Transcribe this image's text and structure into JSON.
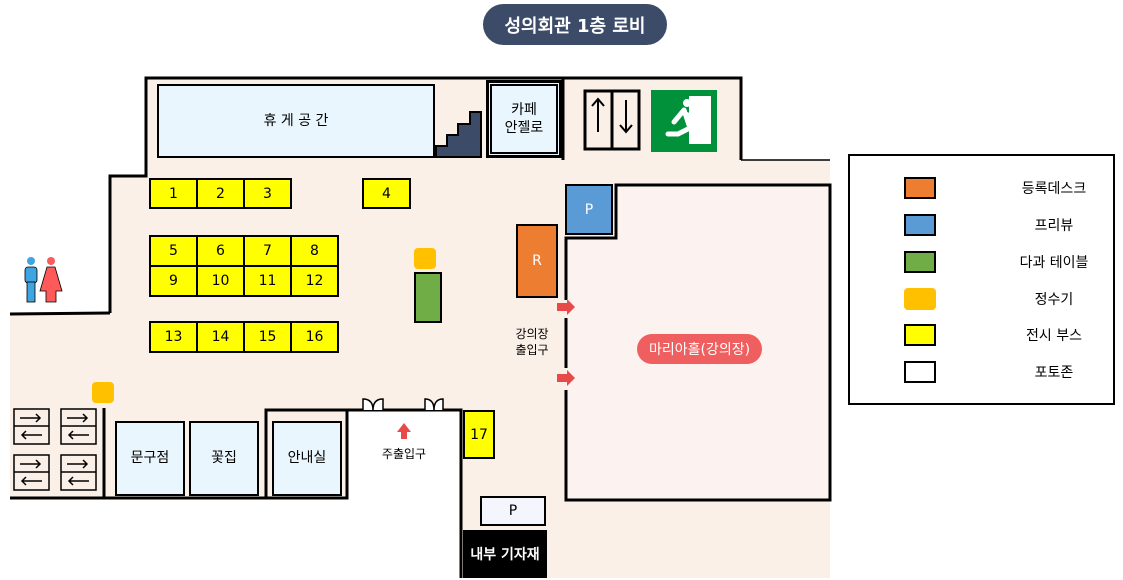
{
  "title": "성의회관 1층 로비",
  "rooms": {
    "lounge": "휴 게 공 간",
    "cafe": "카페\n안젤로",
    "stationery": "문구점",
    "flower": "꽃집",
    "info": "안내실",
    "hall": "마리아홀(강의장)",
    "storage": "내부 기자재",
    "main_entrance": "주출입구",
    "hall_entrance": "강의장\n출입구"
  },
  "booths": [
    "1",
    "2",
    "3",
    "4",
    "5",
    "6",
    "7",
    "8",
    "9",
    "10",
    "11",
    "12",
    "13",
    "14",
    "15",
    "16",
    "17"
  ],
  "markers": {
    "registration": "R",
    "preview_1": "P",
    "preview_2": "P"
  },
  "legend": [
    {
      "label": "등록데스크",
      "color": "#ed7d31"
    },
    {
      "label": "프리뷰",
      "color": "#5b9bd5"
    },
    {
      "label": "다과 테이블",
      "color": "#70ad47"
    },
    {
      "label": "정수기",
      "color": "#ffc000"
    },
    {
      "label": "전시 부스",
      "color": "#ffff00"
    },
    {
      "label": "포토존",
      "color": "#ffffff"
    }
  ]
}
